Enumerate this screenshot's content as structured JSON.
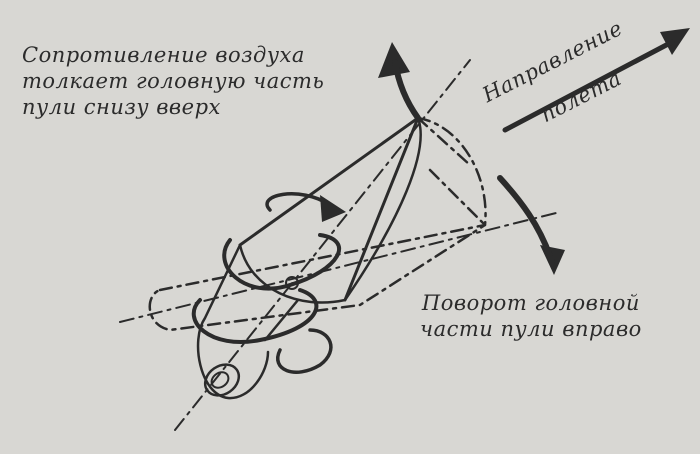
{
  "captions": {
    "air_resistance": {
      "line1": "Сопротивление воздуха",
      "line2": "толкает головную часть",
      "line3": "пули снизу вверх"
    },
    "flight_direction": {
      "line1": "Направление",
      "line2": "полета"
    },
    "head_turn": {
      "line1": "Поворот головной",
      "line2": "части пули вправо"
    }
  },
  "colors": {
    "paper": "#d8d7d3",
    "ink": "#2b2b2b"
  }
}
